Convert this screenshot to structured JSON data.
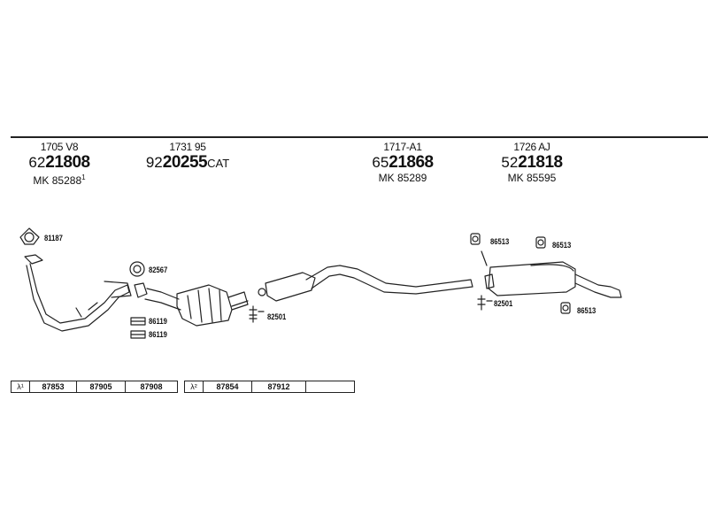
{
  "headers": [
    {
      "code": "1705 V8",
      "prefix": "62",
      "number": "21808",
      "suffix": "",
      "mk": "MK 85288",
      "mk_sup": "1"
    },
    {
      "code": "1731 95",
      "prefix": "92",
      "number": "20255",
      "suffix": "CAT",
      "mk": "",
      "mk_sup": ""
    },
    {
      "code": "1717-A1",
      "prefix": "65",
      "number": "21868",
      "suffix": "",
      "mk": "MK 85289",
      "mk_sup": ""
    },
    {
      "code": "1726 AJ",
      "prefix": "52",
      "number": "21818",
      "suffix": "",
      "mk": "MK 85595",
      "mk_sup": ""
    }
  ],
  "labels": {
    "l1": "81187",
    "l2": "82567",
    "l3": "86119",
    "l4": "86119",
    "l5": "82501",
    "l6": "86513",
    "l7": "86513",
    "l8": "82501",
    "l9": "86513"
  },
  "table1": {
    "symbol": "λ¹",
    "cells": [
      "87853",
      "87905",
      "87908"
    ]
  },
  "table2": {
    "symbol": "λ²",
    "cells": [
      "87854",
      "87912",
      ""
    ]
  }
}
